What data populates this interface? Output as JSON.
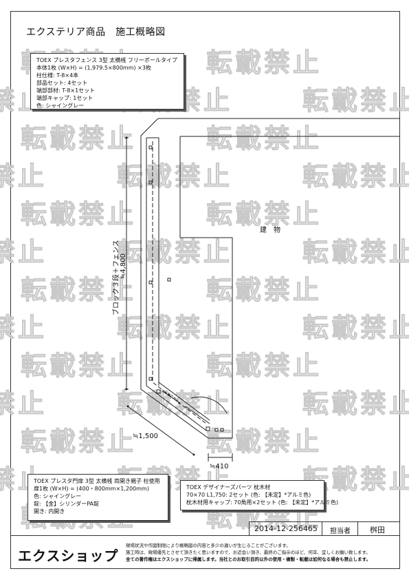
{
  "page_title": "エクステリア商品　施工概略図",
  "watermark_text": "転載禁止",
  "fence_spec": {
    "lines": [
      "TOEX プレスタフェンス 3型 太横桟 フリーポールタイプ",
      "本体1枚 (W×H) =  (1,979.5×800mm) ×3枚",
      "柱仕様:  T-8×4本",
      "部品セット:  4セット",
      "端部部材:  T-8×1セット",
      "端部キャップ:  1セット",
      "色:  シャイングレー"
    ]
  },
  "gate_spec": {
    "lines": [
      "TOEX プレスタ門扉 3型 太横桟 両開き親子 柱使用",
      "扉1枚 (W×H) =  (400・800mm×1,200mm)",
      "色:  シャイングレー",
      "錠:  【金】シリンダーPA錠",
      "開き:  内開き"
    ]
  },
  "post_spec": {
    "lines": [
      "TOEX デザイナーズパーツ 枕木材",
      "70×70 L1,750:  2セット (色: 【未定】*アルミ色)",
      "枕木材用キャップ:  70角用×2セット (色: 【未定】*アルミ色)"
    ]
  },
  "drawing": {
    "building_label": "建　物",
    "vertical_dim_label": "ブロック３段＋フェンス",
    "vertical_dim_value": "≒4,800",
    "diag_dim_value": "≒1,500",
    "gate_dim_value": "≒410"
  },
  "footer": {
    "doc_number": "2014-12-256465",
    "person_label": "担当者",
    "person_name": "桝田",
    "logo_text": "エクスショップ",
    "notes": [
      "現場状況や作図制限により概略図の内容と多少の違いが生じることがございます。",
      "施工時は、現場優先とさせて頂きたく思いますので、お近会い頂き、最終のご指示のほど、何卒、宜しくお願い致します。",
      "全ての著作権はエクスショップに帰属します。当社とのお取引目的以外の使用・複製・転載は如何なる場合も禁止します。"
    ]
  }
}
